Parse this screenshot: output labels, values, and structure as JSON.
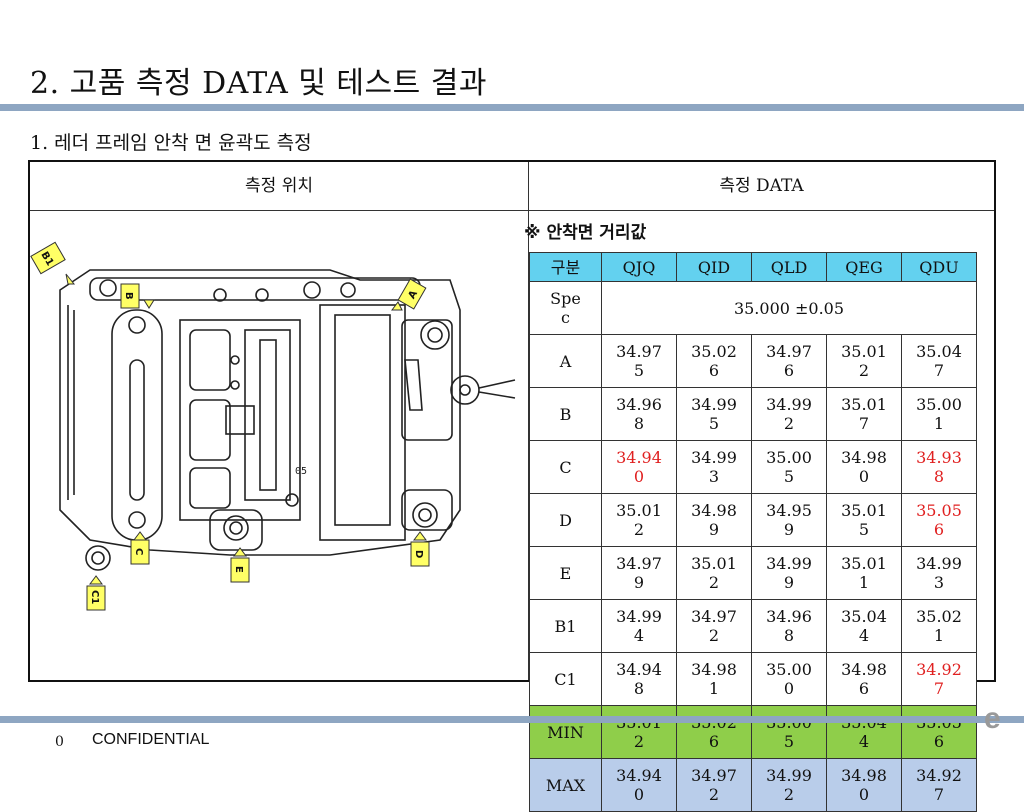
{
  "title": "2. 고품 측정 DATA 및 테스트 결과",
  "subtitle": "1. 레더 프레임 안착 면 윤곽도 측정",
  "table_frame": {
    "left_header": "측정 위치",
    "right_header": "측정 DATA"
  },
  "note": "※ 안착면 거리값",
  "diagram": {
    "markers": [
      "B1",
      "B",
      "A",
      "C",
      "E",
      "D",
      "C1"
    ],
    "part_label": "05"
  },
  "measurements": {
    "header": [
      "구분",
      "QJQ",
      "QID",
      "QLD",
      "QEG",
      "QDU"
    ],
    "spec_label": "Spe\nc",
    "spec_value": "35.000 ±0.05",
    "rows": [
      {
        "label": "A",
        "values": [
          "34.975",
          "35.026",
          "34.976",
          "35.012",
          "35.047"
        ],
        "out_of_spec": [
          false,
          false,
          false,
          false,
          false
        ]
      },
      {
        "label": "B",
        "values": [
          "34.968",
          "34.995",
          "34.992",
          "35.017",
          "35.001"
        ],
        "out_of_spec": [
          false,
          false,
          false,
          false,
          false
        ]
      },
      {
        "label": "C",
        "values": [
          "34.940",
          "34.993",
          "35.005",
          "34.980",
          "34.938"
        ],
        "out_of_spec": [
          true,
          false,
          false,
          false,
          true
        ]
      },
      {
        "label": "D",
        "values": [
          "35.012",
          "34.989",
          "34.959",
          "35.015",
          "35.056"
        ],
        "out_of_spec": [
          false,
          false,
          false,
          false,
          true
        ]
      },
      {
        "label": "E",
        "values": [
          "34.979",
          "35.012",
          "34.999",
          "35.011",
          "34.993"
        ],
        "out_of_spec": [
          false,
          false,
          false,
          false,
          false
        ]
      },
      {
        "label": "B1",
        "values": [
          "34.994",
          "34.972",
          "34.968",
          "35.044",
          "35.021"
        ],
        "out_of_spec": [
          false,
          false,
          false,
          false,
          false
        ]
      },
      {
        "label": "C1",
        "values": [
          "34.948",
          "34.981",
          "35.000",
          "34.986",
          "34.927"
        ],
        "out_of_spec": [
          false,
          false,
          false,
          false,
          true
        ]
      }
    ],
    "min_row": {
      "label": "MIN",
      "values": [
        "35.012",
        "35.026",
        "35.005",
        "35.044",
        "35.056"
      ]
    },
    "max_row": {
      "label": "MAX",
      "values": [
        "34.940",
        "34.972",
        "34.992",
        "34.980",
        "34.927"
      ]
    }
  },
  "footer": {
    "page_number": "0",
    "confidential": "CONFIDENTIAL",
    "logo_fragment": "e"
  },
  "colors": {
    "accent_rule": "#8ea6c2",
    "header_cell": "#63d1ef",
    "min_row": "#8fce4a",
    "max_row": "#b9cdea",
    "out_of_spec": "#e02020",
    "marker_fill": "#ffff66"
  }
}
